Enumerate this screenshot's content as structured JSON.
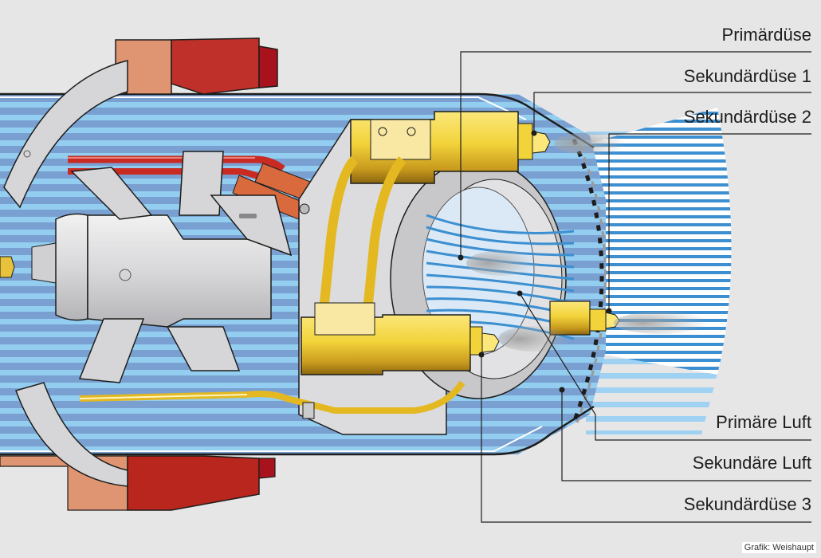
{
  "diagram": {
    "subject": "Burner nozzle head cutaway",
    "labels": [
      {
        "id": "primaerduese",
        "text": "Primärdüse"
      },
      {
        "id": "sekundaerduese-1",
        "text": "Sekundärdüse 1"
      },
      {
        "id": "sekundaerduese-2",
        "text": "Sekundärdüse 2"
      },
      {
        "id": "primaere-luft",
        "text": "Primäre Luft"
      },
      {
        "id": "sekundaere-luft",
        "text": "Sekundäre Luft"
      },
      {
        "id": "sekundaerduese-3",
        "text": "Sekundärdüse 3"
      }
    ],
    "credit": "Grafik: Weishaupt"
  },
  "colors": {
    "background": "#e6e6e7",
    "air_dark": "#6f97cc",
    "air_light": "#8fcbee",
    "air_flame": "#3c8fd0",
    "metal": "#d9d9db",
    "metal_shadow": "#b9b9bc",
    "brass": "#f2d33a",
    "brass_dark": "#b38a1a",
    "brick_light": "#e09572",
    "brick_dark": "#b8261d",
    "red_tube": "#c92a22",
    "orange_sleeve": "#d86a3e",
    "line": "#1d1d1b"
  }
}
